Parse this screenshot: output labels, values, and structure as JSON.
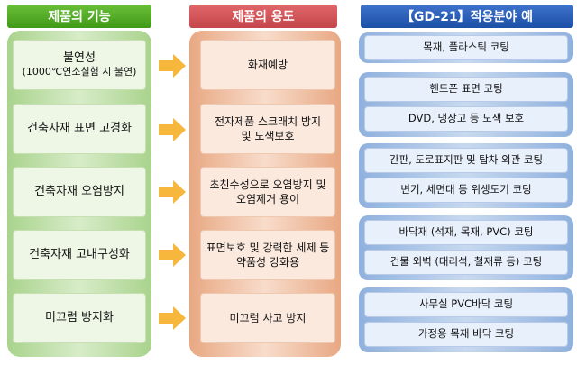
{
  "headers": {
    "function": "제품의 기능",
    "usage": "제품의 용도",
    "examples": "【GD-21】적용분야 예"
  },
  "functions": [
    {
      "line1": "불연성",
      "line2": "(1000℃연소실험 시 불연)"
    },
    {
      "line1": "건축자재 표면 고경화",
      "line2": ""
    },
    {
      "line1": "건축자재 오염방지",
      "line2": ""
    },
    {
      "line1": "건축자재 고내구성화",
      "line2": ""
    },
    {
      "line1": "미끄럼 방지화",
      "line2": ""
    }
  ],
  "usages": [
    {
      "line1": "화재예방",
      "line2": ""
    },
    {
      "line1": "전자제품 스크래치 방지",
      "line2": "및 도색보호"
    },
    {
      "line1": "초친수성으로 오염방지 및",
      "line2": "오염제거 용이"
    },
    {
      "line1": "표면보호 및 강력한 세제 등",
      "line2": "약품성 강화용"
    },
    {
      "line1": "미끄럼 사고 방지",
      "line2": ""
    }
  ],
  "examples": [
    [
      "목재, 플라스틱 코팅"
    ],
    [
      "핸드폰 표면  코팅",
      "DVD, 냉장고  등 도색 보호"
    ],
    [
      "간판, 도로표지판 및 탑차 외관 코팅",
      "변기, 세면대 등 위생도기 코팅"
    ],
    [
      "바닥재 (석재, 목재, PVC) 코팅",
      "건물 외벽 (대리석, 철재류 등) 코팅"
    ],
    [
      "사무실 PVC바닥 코팅",
      "가정용 목재 바닥 코팅"
    ]
  ],
  "colors": {
    "function_header": "#4aa31f",
    "usage_header": "#d0535a",
    "examples_header": "#2458b2",
    "arrow": "#f6b73c"
  }
}
